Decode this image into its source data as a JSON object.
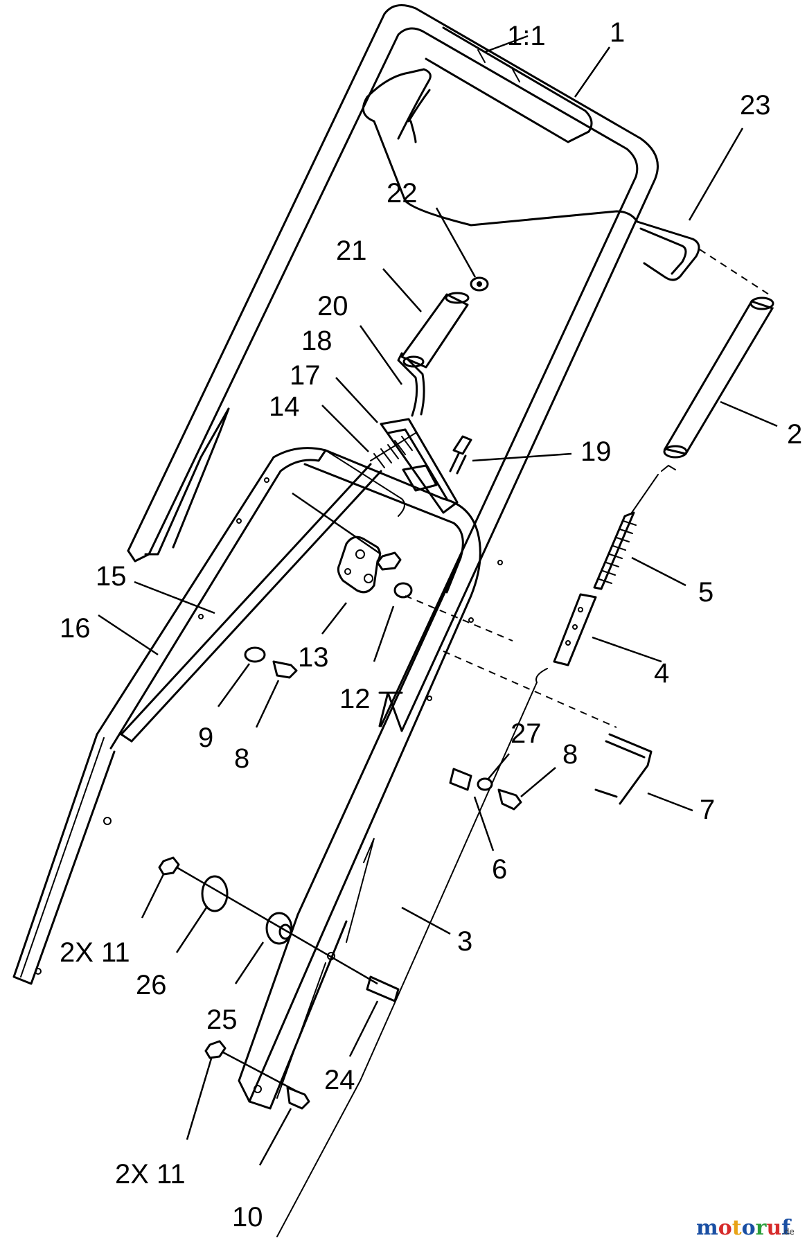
{
  "callouts": {
    "c1_1": "1:1",
    "c1": "1",
    "c23": "23",
    "c22": "22",
    "c21": "21",
    "c20": "20",
    "c18": "18",
    "c17": "17",
    "c14": "14",
    "c19": "19",
    "c2": "2",
    "c15": "15",
    "c16": "16",
    "c13": "13",
    "c12": "12",
    "c5": "5",
    "c4": "4",
    "c9": "9",
    "c8a": "8",
    "c27": "27",
    "c8b": "8",
    "c7": "7",
    "c6": "6",
    "c3": "3",
    "c2x11a": "2X 11",
    "c26": "26",
    "c25": "25",
    "c24": "24",
    "c2x11b": "2X 11",
    "c10": "10"
  },
  "watermark": {
    "letters": [
      "m",
      "o",
      "t",
      "o",
      "r",
      "u",
      "f"
    ],
    "suffix": ".de",
    "colors": [
      "#1a4fa3",
      "#d62b2b",
      "#e8a317",
      "#1a4fa3",
      "#2a9d3a",
      "#d62b2b",
      "#1a4fa3"
    ]
  }
}
